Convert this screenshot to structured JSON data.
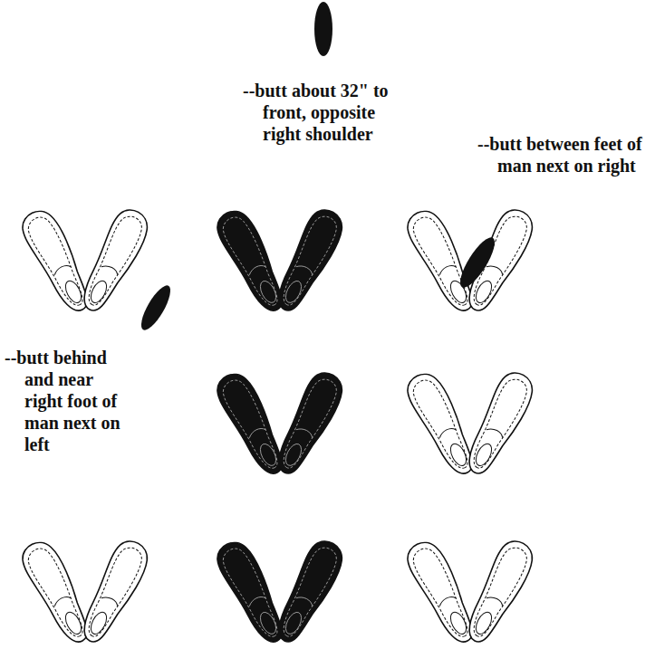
{
  "diagram": {
    "labels": [
      "--butt about 32\" to front, opposite right shoulder",
      "--butt between feet of man next on right",
      "--butt behind and near right foot of man next on left"
    ]
  }
}
